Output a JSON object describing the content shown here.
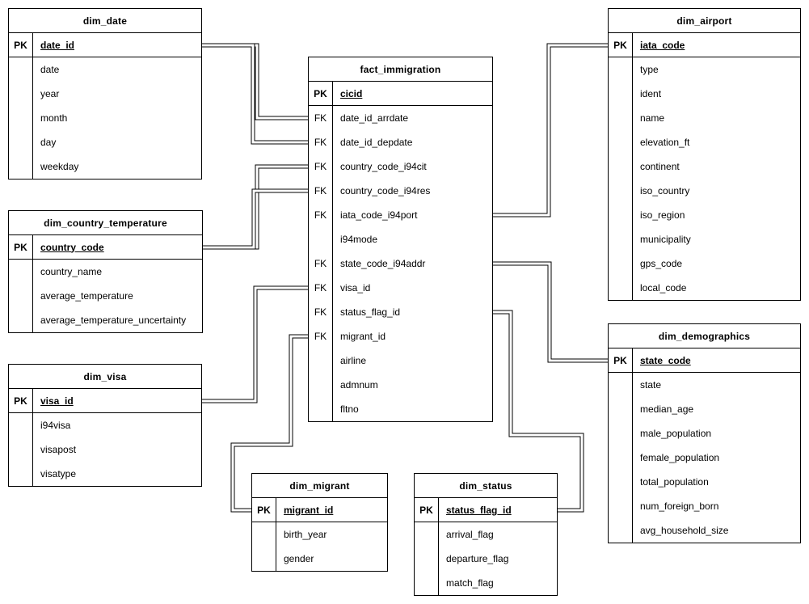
{
  "diagram": {
    "colors": {
      "line": "#000000",
      "background": "#ffffff",
      "text": "#000000"
    },
    "entities": [
      {
        "id": "dim_date",
        "title": "dim_date",
        "fields": [
          {
            "key": "PK",
            "name": "date_id",
            "pk": true
          },
          {
            "key": "",
            "name": "date",
            "pk": false
          },
          {
            "key": "",
            "name": "year",
            "pk": false
          },
          {
            "key": "",
            "name": "month",
            "pk": false
          },
          {
            "key": "",
            "name": "day",
            "pk": false
          },
          {
            "key": "",
            "name": "weekday",
            "pk": false
          }
        ]
      },
      {
        "id": "dim_country_temperature",
        "title": "dim_country_temperature",
        "fields": [
          {
            "key": "PK",
            "name": "country_code",
            "pk": true
          },
          {
            "key": "",
            "name": "country_name",
            "pk": false
          },
          {
            "key": "",
            "name": "average_temperature",
            "pk": false
          },
          {
            "key": "",
            "name": "average_temperature_uncertainty",
            "pk": false
          }
        ]
      },
      {
        "id": "dim_visa",
        "title": "dim_visa",
        "fields": [
          {
            "key": "PK",
            "name": "visa_id",
            "pk": true
          },
          {
            "key": "",
            "name": "i94visa",
            "pk": false
          },
          {
            "key": "",
            "name": "visapost",
            "pk": false
          },
          {
            "key": "",
            "name": "visatype",
            "pk": false
          }
        ]
      },
      {
        "id": "fact_immigration",
        "title": "fact_immigration",
        "fields": [
          {
            "key": "PK",
            "name": "cicid",
            "pk": true
          },
          {
            "key": "FK",
            "name": "date_id_arrdate",
            "pk": false
          },
          {
            "key": "FK",
            "name": "date_id_depdate",
            "pk": false
          },
          {
            "key": "FK",
            "name": "country_code_i94cit",
            "pk": false
          },
          {
            "key": "FK",
            "name": "country_code_i94res",
            "pk": false
          },
          {
            "key": "FK",
            "name": "iata_code_i94port",
            "pk": false
          },
          {
            "key": "",
            "name": "i94mode",
            "pk": false
          },
          {
            "key": "FK",
            "name": "state_code_i94addr",
            "pk": false
          },
          {
            "key": "FK",
            "name": "visa_id",
            "pk": false
          },
          {
            "key": "FK",
            "name": "status_flag_id",
            "pk": false
          },
          {
            "key": "FK",
            "name": "migrant_id",
            "pk": false
          },
          {
            "key": "",
            "name": "airline",
            "pk": false
          },
          {
            "key": "",
            "name": "admnum",
            "pk": false
          },
          {
            "key": "",
            "name": "fltno",
            "pk": false
          }
        ]
      },
      {
        "id": "dim_airport",
        "title": "dim_airport",
        "fields": [
          {
            "key": "PK",
            "name": "iata_code",
            "pk": true
          },
          {
            "key": "",
            "name": "type",
            "pk": false
          },
          {
            "key": "",
            "name": "ident",
            "pk": false
          },
          {
            "key": "",
            "name": "name",
            "pk": false
          },
          {
            "key": "",
            "name": "elevation_ft",
            "pk": false
          },
          {
            "key": "",
            "name": "continent",
            "pk": false
          },
          {
            "key": "",
            "name": "iso_country",
            "pk": false
          },
          {
            "key": "",
            "name": "iso_region",
            "pk": false
          },
          {
            "key": "",
            "name": "municipality",
            "pk": false
          },
          {
            "key": "",
            "name": "gps_code",
            "pk": false
          },
          {
            "key": "",
            "name": "local_code",
            "pk": false
          }
        ]
      },
      {
        "id": "dim_demographics",
        "title": "dim_demographics",
        "fields": [
          {
            "key": "PK",
            "name": "state_code",
            "pk": true
          },
          {
            "key": "",
            "name": "state",
            "pk": false
          },
          {
            "key": "",
            "name": "median_age",
            "pk": false
          },
          {
            "key": "",
            "name": "male_population",
            "pk": false
          },
          {
            "key": "",
            "name": "female_population",
            "pk": false
          },
          {
            "key": "",
            "name": "total_population",
            "pk": false
          },
          {
            "key": "",
            "name": "num_foreign_born",
            "pk": false
          },
          {
            "key": "",
            "name": "avg_household_size",
            "pk": false
          }
        ]
      },
      {
        "id": "dim_migrant",
        "title": "dim_migrant",
        "fields": [
          {
            "key": "PK",
            "name": "migrant_id",
            "pk": true
          },
          {
            "key": "",
            "name": "birth_year",
            "pk": false
          },
          {
            "key": "",
            "name": "gender",
            "pk": false
          }
        ]
      },
      {
        "id": "dim_status",
        "title": "dim_status",
        "fields": [
          {
            "key": "PK",
            "name": "status_flag_id",
            "pk": true
          },
          {
            "key": "",
            "name": "arrival_flag",
            "pk": false
          },
          {
            "key": "",
            "name": "departure_flag",
            "pk": false
          },
          {
            "key": "",
            "name": "match_flag",
            "pk": false
          }
        ]
      }
    ],
    "connections": [
      {
        "from": "dim_date.date_id",
        "to": "fact_immigration.date_id_arrdate"
      },
      {
        "from": "dim_date.date_id",
        "to": "fact_immigration.date_id_depdate"
      },
      {
        "from": "dim_country_temperature.country_code",
        "to": "fact_immigration.country_code_i94cit"
      },
      {
        "from": "dim_country_temperature.country_code",
        "to": "fact_immigration.country_code_i94res"
      },
      {
        "from": "dim_visa.visa_id",
        "to": "fact_immigration.visa_id"
      },
      {
        "from": "fact_immigration.migrant_id",
        "to": "dim_migrant.migrant_id"
      },
      {
        "from": "fact_immigration.iata_code_i94port",
        "to": "dim_airport.iata_code"
      },
      {
        "from": "fact_immigration.state_code_i94addr",
        "to": "dim_demographics.state_code"
      },
      {
        "from": "fact_immigration.status_flag_id",
        "to": "dim_status.status_flag_id"
      }
    ]
  }
}
